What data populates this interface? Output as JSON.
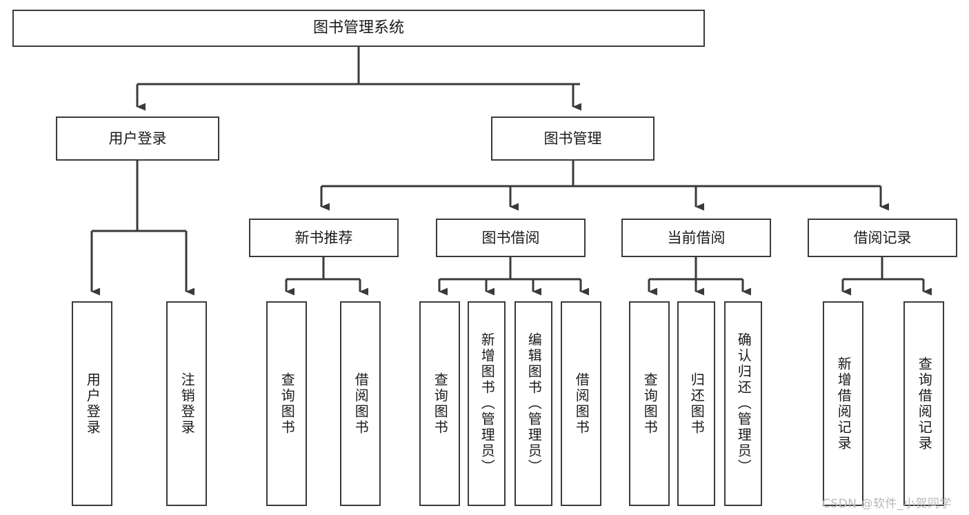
{
  "diagram": {
    "type": "tree-hierarchy-chart",
    "title": "图书管理系统",
    "colors": {
      "box_border": "#3a3a3a",
      "box_fill": "#ffffff",
      "edge": "#3a3a3a",
      "text": "#1a1a1a",
      "watermark": "#b9b9b9",
      "background": "#ffffff"
    },
    "root": {
      "label": "图书管理系统"
    },
    "level2": [
      {
        "id": "user-login",
        "label": "用户登录"
      },
      {
        "id": "book-manage",
        "label": "图书管理"
      }
    ],
    "level3": [
      {
        "id": "new-book-recommend",
        "label": "新书推荐",
        "parent": "book-manage"
      },
      {
        "id": "book-borrow",
        "label": "图书借阅",
        "parent": "book-manage"
      },
      {
        "id": "current-borrow",
        "label": "当前借阅",
        "parent": "book-manage"
      },
      {
        "id": "borrow-record",
        "label": "借阅记录",
        "parent": "book-manage"
      }
    ],
    "leaves": {
      "user_login": [
        {
          "id": "leaf-user-login",
          "label": "用户登录"
        },
        {
          "id": "leaf-logout-login",
          "label": "注销登录"
        }
      ],
      "new_book_recommend": [
        {
          "id": "leaf-query-book-1",
          "label": "查询图书"
        },
        {
          "id": "leaf-borrow-book-1",
          "label": "借阅图书"
        }
      ],
      "book_borrow": [
        {
          "id": "leaf-query-book-2",
          "label": "查询图书"
        },
        {
          "id": "leaf-add-book",
          "label": "新增图书（管理员）"
        },
        {
          "id": "leaf-edit-book",
          "label": "编辑图书（管理员）"
        },
        {
          "id": "leaf-borrow-book-2",
          "label": "借阅图书"
        }
      ],
      "current_borrow": [
        {
          "id": "leaf-query-book-3",
          "label": "查询图书"
        },
        {
          "id": "leaf-return-book",
          "label": "归还图书"
        },
        {
          "id": "leaf-confirm-return",
          "label": "确认归还（管理员）"
        }
      ],
      "borrow_record": [
        {
          "id": "leaf-add-record",
          "label": "新增借阅记录"
        },
        {
          "id": "leaf-query-record",
          "label": "查询借阅记录"
        }
      ]
    },
    "watermark": "CSDN @软件_小贺同学"
  }
}
